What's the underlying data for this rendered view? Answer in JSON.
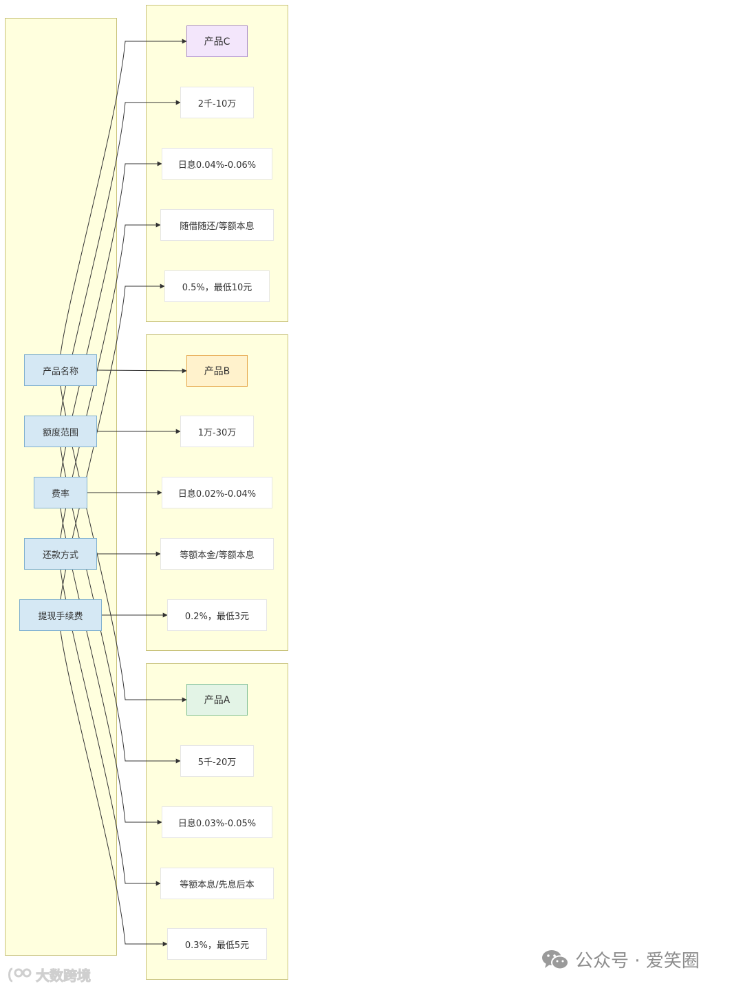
{
  "fields": [
    {
      "label": "产品名称"
    },
    {
      "label": "额度范围"
    },
    {
      "label": "费率"
    },
    {
      "label": "还款方式"
    },
    {
      "label": "提现手续费"
    }
  ],
  "products": [
    {
      "name": "产品C",
      "values": [
        "2千-10万",
        "日息0.04%-0.06%",
        "随借随还/等额本息",
        "0.5%，最低10元"
      ]
    },
    {
      "name": "产品B",
      "values": [
        "1万-30万",
        "日息0.02%-0.04%",
        "等额本金/等额本息",
        "0.2%，最低3元"
      ]
    },
    {
      "name": "产品A",
      "values": [
        "5千-20万",
        "日息0.03%-0.05%",
        "等额本息/先息后本",
        "0.3%，最低5元"
      ]
    }
  ],
  "colors": {
    "cluster_fill": "#ffffde",
    "field_fill": "#d5e8f4",
    "product_c": "#f3e6fb",
    "product_b": "#fff2cc",
    "product_a": "#e3f4e6",
    "edge": "#333333"
  },
  "watermarks": {
    "left_text": "大数跨境",
    "left_icon": "ring-logo-icon",
    "right_text": "公众号 · 爱笑圈",
    "right_icon": "wechat-icon"
  }
}
